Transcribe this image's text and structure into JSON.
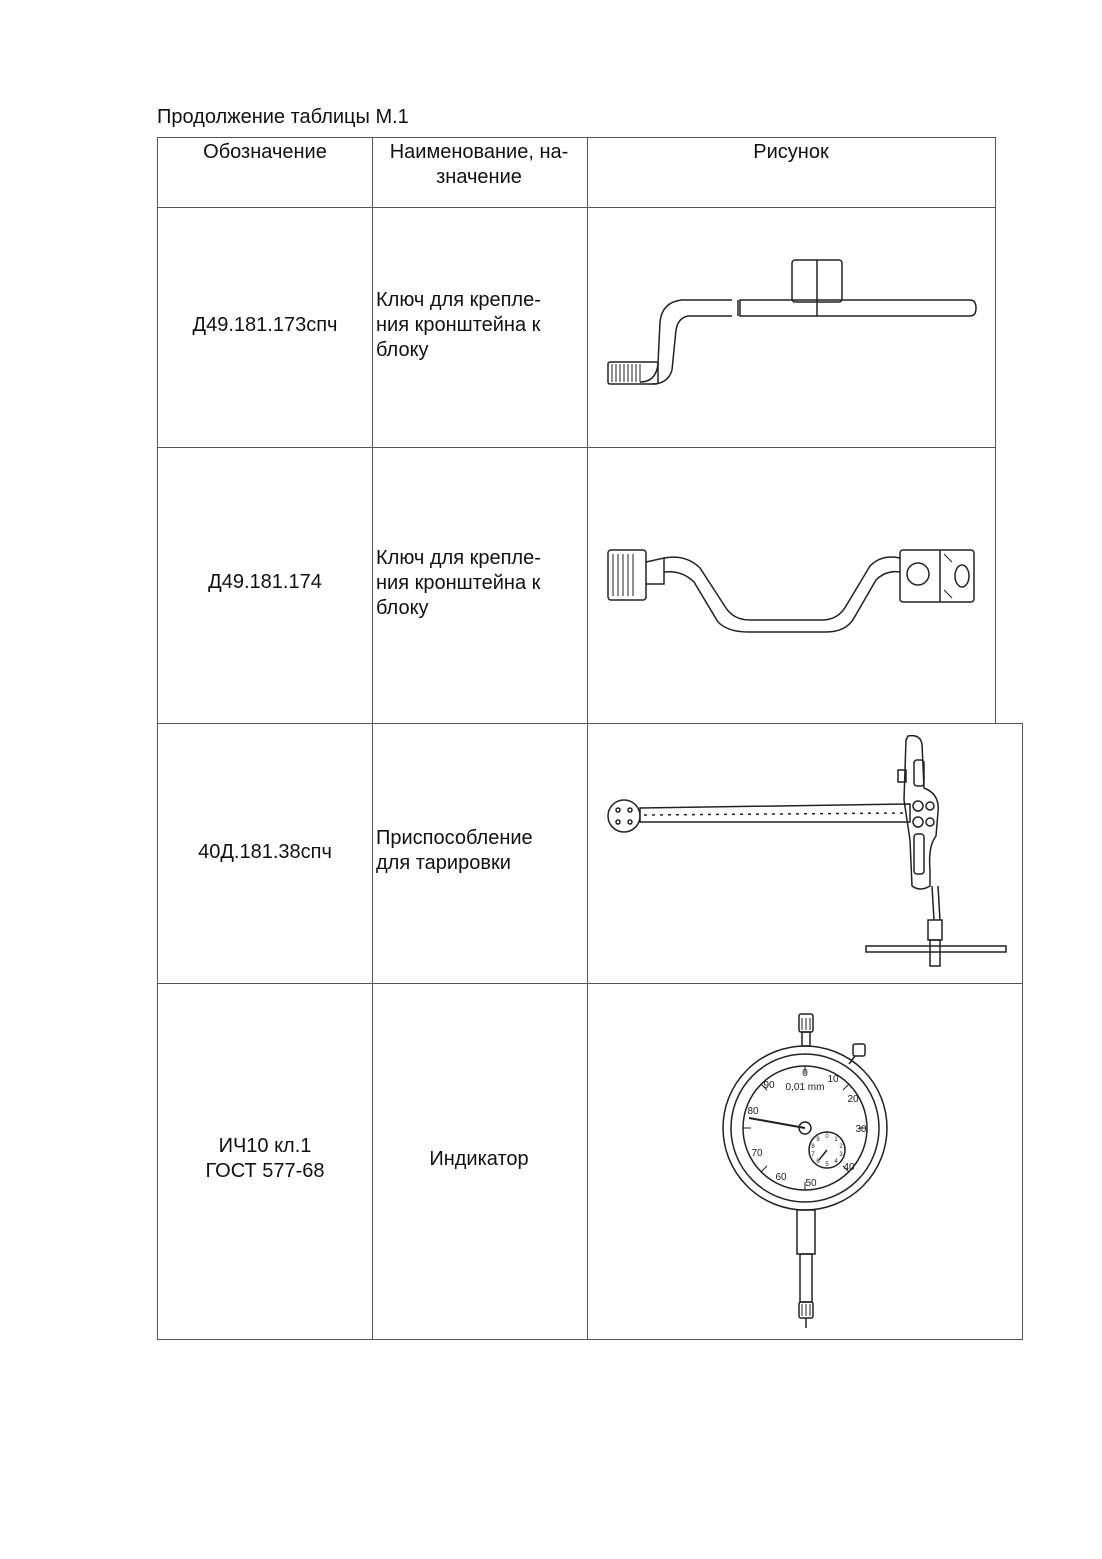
{
  "caption": "Продолжение таблицы М.1",
  "headers": {
    "designation": "Обозначение",
    "name": "Наименование, на-\nзначение",
    "figure": "Рисунок"
  },
  "rows": [
    {
      "designation": "Д49.181.173спч",
      "name": "Ключ для крепле-\nния кронштейна к\nблоку",
      "figure_icon": "offset-wrench-drawing"
    },
    {
      "designation": "Д49.181.174",
      "name": "Ключ для крепле-\nния кронштейна к\nблоку",
      "figure_icon": "double-socket-wrench-drawing"
    },
    {
      "designation": "40Д.181.38спч",
      "name": "Приспособление\nдля тарировки",
      "figure_icon": "calibration-fixture-drawing"
    },
    {
      "designation": "ИЧ10 кл.1\nГОСТ 577-68",
      "name": "Индикатор",
      "figure_icon": "dial-indicator-drawing"
    }
  ],
  "dial": {
    "unit_label": "0,01 mm",
    "outer_numbers": [
      "0",
      "10",
      "20",
      "30",
      "40",
      "50",
      "60",
      "70",
      "80",
      "90"
    ],
    "inner_numbers": [
      "0",
      "1",
      "2",
      "3",
      "4",
      "5",
      "6",
      "7",
      "8",
      "9"
    ]
  }
}
